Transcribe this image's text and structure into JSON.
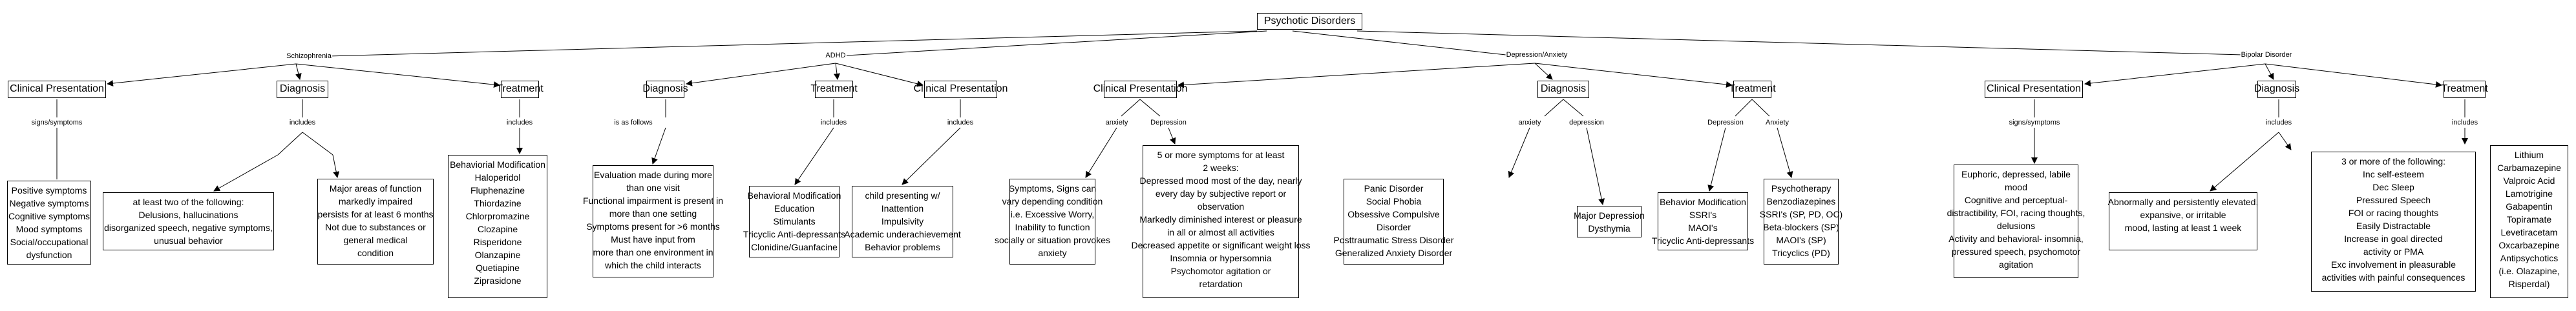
{
  "root": {
    "title": "Psychotic Disorders"
  },
  "groups": [
    {
      "name": "Schizophrenia",
      "sections": [
        {
          "id": "schiz-clinical",
          "title": "Clinical Presentation",
          "link_label": "signs/symptoms",
          "children": [
            {
              "lines": [
                "Positive symptoms",
                "Negative symptoms",
                "Cognitive symptoms",
                "Mood symptoms",
                "Social/occupational",
                "dysfunction"
              ]
            }
          ]
        },
        {
          "id": "schiz-diagnosis",
          "title": "Diagnosis",
          "link_label": "includes",
          "children": [
            {
              "lines": [
                "at least two of the following:",
                "Delusions, hallucinations",
                "disorganized speech, negative symptoms,",
                "unusual behavior"
              ]
            },
            {
              "lines": [
                "Major areas of function",
                "markedly impaired",
                "persists for at least 6 months",
                "Not due to substances or",
                "general medical",
                "condition"
              ]
            }
          ]
        },
        {
          "id": "schiz-treatment",
          "title": "Treatment",
          "link_label": "includes",
          "children": [
            {
              "lines": [
                "Behaviorial Modification",
                "Haloperidol",
                "Fluphenazine",
                "Thiordazine",
                "Chlorpromazine",
                "Clozapine",
                "Risperidone",
                "Olanzapine",
                "Quetiapine",
                "Ziprasidone"
              ]
            }
          ]
        }
      ]
    },
    {
      "name": "ADHD",
      "sections": [
        {
          "id": "adhd-diagnosis",
          "title": "Diagnosis",
          "link_label": "is as follows",
          "children": [
            {
              "lines": [
                "Evaluation made during more",
                "than one visit",
                "Functional impairment is present in",
                "more than one setting",
                "Symptoms present for >6 months",
                "Must have input from",
                "more than one environment in",
                "which the child interacts"
              ]
            }
          ]
        },
        {
          "id": "adhd-treatment",
          "title": "Treatment",
          "link_label": "includes",
          "children": [
            {
              "lines": [
                "Behavioral Modification",
                "Education",
                "Stimulants",
                "Tricyclic Anti-depressants",
                "Clonidine/Guanfacine"
              ]
            }
          ]
        },
        {
          "id": "adhd-clinical",
          "title": "Clinical Presentation",
          "link_label": "includes",
          "children": [
            {
              "lines": [
                "child presenting w/",
                "Inattention",
                "Impulsivity",
                "Academic underachievement",
                "Behavior problems"
              ]
            }
          ]
        }
      ]
    },
    {
      "name": "Depression/Anxiety",
      "sections": [
        {
          "id": "da-clinical",
          "title": "Clinical Presentation",
          "link_labels": [
            "anxiety",
            "Depression"
          ],
          "children": [
            {
              "lines": [
                "Symptoms, Signs can",
                "vary depending condition",
                "i.e. Excessive Worry,",
                "Inability to function",
                "socially or situation provokes",
                "anxiety"
              ]
            },
            {
              "lines": [
                "5 or more symptoms for at least",
                "2 weeks:",
                "Depressed mood most of the day, nearly",
                "every day by subjective report or",
                "observation",
                "Markedly diminished interest or pleasure",
                "in all or almost all activities",
                "Decreased appetite or significant weight loss",
                "Insomnia or hypersomnia",
                "Psychomotor agitation or",
                "retardation"
              ]
            }
          ]
        },
        {
          "id": "da-diagnosis",
          "title": "Diagnosis",
          "link_labels": [
            "anxiety",
            "depression"
          ],
          "children": [
            {
              "lines": [
                "Panic Disorder",
                "Social Phobia",
                "Obsessive Compulsive",
                "Disorder",
                "Posttraumatic Stress Disorder",
                "Generalized Anxiety Disorder"
              ]
            },
            {
              "lines": [
                "Major Depression",
                "Dysthymia"
              ]
            }
          ]
        },
        {
          "id": "da-treatment",
          "title": "Treatment",
          "link_labels": [
            "Depression",
            "Anxiety"
          ],
          "children": [
            {
              "lines": [
                "Behavior Modification",
                "SSRI's",
                "MAOI's",
                "Tricyclic Anti-depressants"
              ]
            },
            {
              "lines": [
                "Psychotherapy",
                "Benzodiazepines",
                "SSRI's (SP, PD, OC)",
                "Beta-blockers (SP)",
                "MAOI's (SP)",
                "Tricyclics (PD)"
              ]
            }
          ]
        }
      ]
    },
    {
      "name": "Bipolar Disorder",
      "sections": [
        {
          "id": "bp-clinical",
          "title": "Clinical Presentation",
          "link_label": "signs/symptoms",
          "children": [
            {
              "lines": [
                "Euphoric, depressed, labile",
                "mood",
                "Cognitive and perceptual-",
                "distractibility, FOI, racing thoughts,",
                "delusions",
                "Activity and behavioral- insomnia,",
                "pressured speech, psychomotor",
                "agitation"
              ]
            }
          ]
        },
        {
          "id": "bp-diagnosis",
          "title": "Diagnosis",
          "link_label": "includes",
          "children": [
            {
              "lines": [
                "Abnormally and persistently elevated,",
                "expansive, or irritable",
                "mood, lasting at least 1 week"
              ]
            },
            {
              "lines": [
                "3 or more of the following:",
                "Inc self-esteem",
                "Dec Sleep",
                "Pressured Speech",
                "FOI or racing thoughts",
                "Easily Distractable",
                "Increase in goal directed",
                "activity or PMA",
                "Exc involvement in pleasurable",
                "activities with painful consequences"
              ]
            }
          ]
        },
        {
          "id": "bp-treatment",
          "title": "Treatment",
          "link_label": "includes",
          "children": [
            {
              "lines": [
                "Lithium",
                "Carbamazepine",
                "Valproic Acid",
                "Lamotrigine",
                "Gabapentin",
                "Topiramate",
                "Levetiracetam",
                "Oxcarbazepine",
                "Antipsychotics",
                "(i.e. Olazapine,",
                "Risperdal)"
              ]
            }
          ]
        }
      ]
    }
  ]
}
